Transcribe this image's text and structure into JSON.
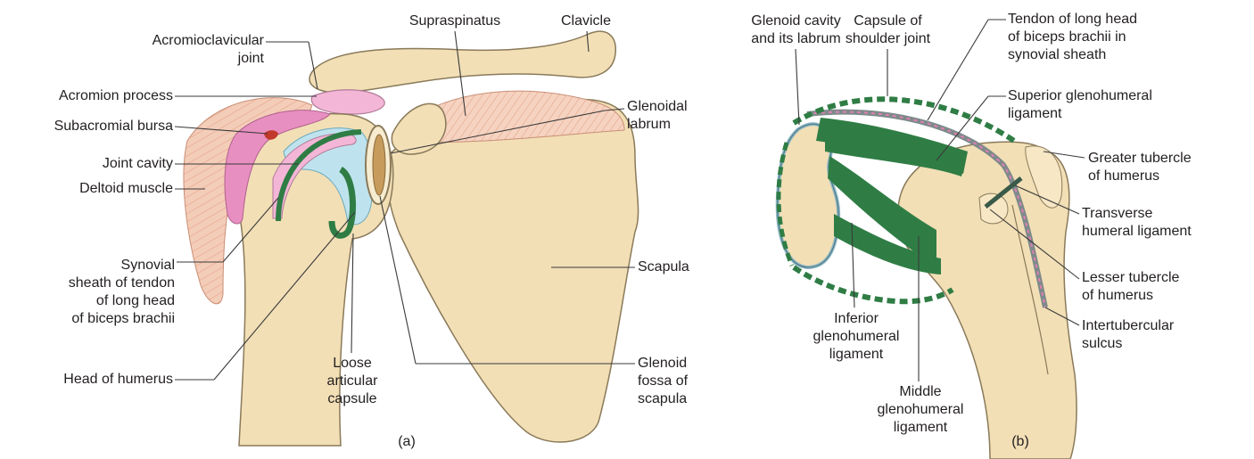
{
  "panel_a": {
    "caption": "(a)",
    "labels": {
      "acromioclavicular_joint": "Acromioclavicular\njoint",
      "supraspinatus": "Supraspinatus",
      "clavicle": "Clavicle",
      "acromion_process": "Acromion process",
      "subacromial_bursa": "Subacromial bursa",
      "joint_cavity": "Joint cavity",
      "deltoid_muscle": "Deltoid muscle",
      "synovial_sheath": "Synovial\nsheath of tendon\nof long head\nof biceps brachii",
      "head_of_humerus": "Head of humerus",
      "loose_articular_capsule": "Loose\narticular\ncapsule",
      "glenoidal_labrum": "Glenoidal\nlabrum",
      "scapula": "Scapula",
      "glenoid_fossa": "Glenoid\nfossa of\nscapula"
    }
  },
  "panel_b": {
    "caption": "(b)",
    "labels": {
      "glenoid_cavity_labrum": "Glenoid cavity\nand its labrum",
      "capsule_of_shoulder_joint": "Capsule of\nshoulder joint",
      "tendon_long_head": "Tendon of long head\nof biceps brachii in\nsynovial sheath",
      "superior_glenohumeral": "Superior glenohumeral\nligament",
      "greater_tubercle": "Greater tubercle\nof humerus",
      "transverse_humeral": "Transverse\nhumeral ligament",
      "lesser_tubercle": "Lesser tubercle\nof humerus",
      "intertubercular_sulcus": "Intertubercular\nsulcus",
      "inferior_glenohumeral": "Inferior\nglenohumeral\nligament",
      "middle_glenohumeral": "Middle\nglenohumeral\nligament"
    }
  },
  "colors": {
    "bone": "#f2dfb6",
    "bone_outline": "#8a7a5a",
    "ligament_green": "#2f7d45",
    "synovial_pink": "#f3b6d6",
    "bursa_pink": "#e88fc1",
    "cavity_blue": "#bfe3ee",
    "muscle": "#f3c9b5",
    "label_text": "#231f20",
    "leader_line": "#3a3a3a"
  }
}
